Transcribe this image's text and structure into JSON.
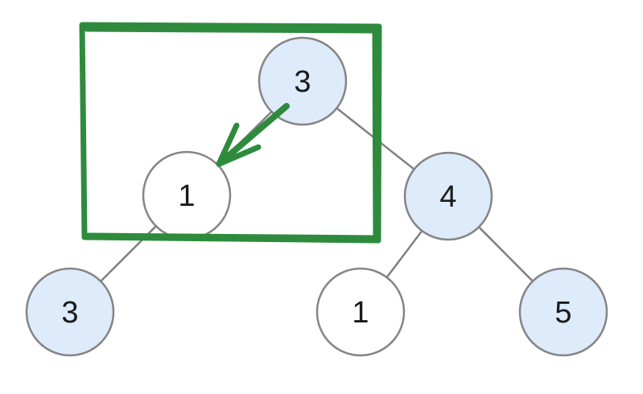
{
  "colors": {
    "highlight_fill": "#deebfb",
    "plain_fill": "#ffffff",
    "node_stroke": "#858585",
    "edge_stroke": "#808080",
    "annotation": "#2e8b3d",
    "label": "#1a1a1a"
  },
  "nodes": [
    {
      "id": "n0",
      "value": "3",
      "highlighted": true
    },
    {
      "id": "n1",
      "value": "1",
      "highlighted": false
    },
    {
      "id": "n2",
      "value": "4",
      "highlighted": true
    },
    {
      "id": "n3",
      "value": "3",
      "highlighted": true
    },
    {
      "id": "n4",
      "value": "1",
      "highlighted": false
    },
    {
      "id": "n5",
      "value": "5",
      "highlighted": true
    }
  ],
  "edges": [
    {
      "from": "n0",
      "to": "n1"
    },
    {
      "from": "n0",
      "to": "n2"
    },
    {
      "from": "n1",
      "to": "n3"
    },
    {
      "from": "n2",
      "to": "n4"
    },
    {
      "from": "n2",
      "to": "n5"
    }
  ],
  "annotations": {
    "box": {
      "encloses": [
        "n0",
        "n1"
      ]
    },
    "arrow": {
      "from": "n0",
      "to": "n1"
    }
  }
}
